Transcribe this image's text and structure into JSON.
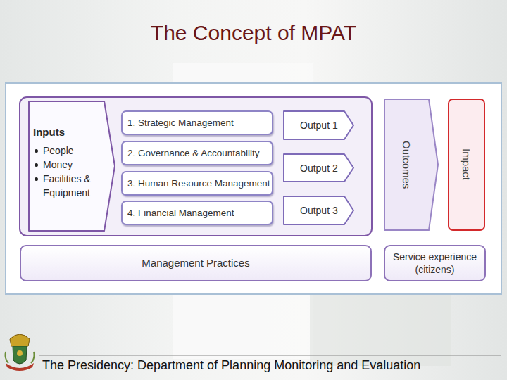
{
  "diagram": {
    "title": "The Concept of MPAT",
    "nodes": [
      {
        "text": [
          "Inputs",
          "People",
          "Money",
          "Facilities & Equipment"
        ]
      },
      {
        "text": [
          "1. Strategic Management"
        ]
      },
      {
        "text": [
          "2. Governance & Accountability"
        ]
      },
      {
        "text": [
          "3. Human Resource Management"
        ]
      },
      {
        "text": [
          "4. Financial Management"
        ]
      },
      {
        "text": [
          "Output 1"
        ]
      },
      {
        "text": [
          "Output 2"
        ]
      },
      {
        "text": [
          "Output 3"
        ]
      },
      {
        "text": [
          "Outcomes"
        ]
      },
      {
        "text": [
          "Impact"
        ]
      },
      {
        "text": [
          "Management Practices"
        ]
      },
      {
        "text": [
          "Service experience (citizens)"
        ]
      }
    ],
    "labels": [
      "The Presidency: Department of Planning Monitoring and Evaluation"
    ]
  }
}
